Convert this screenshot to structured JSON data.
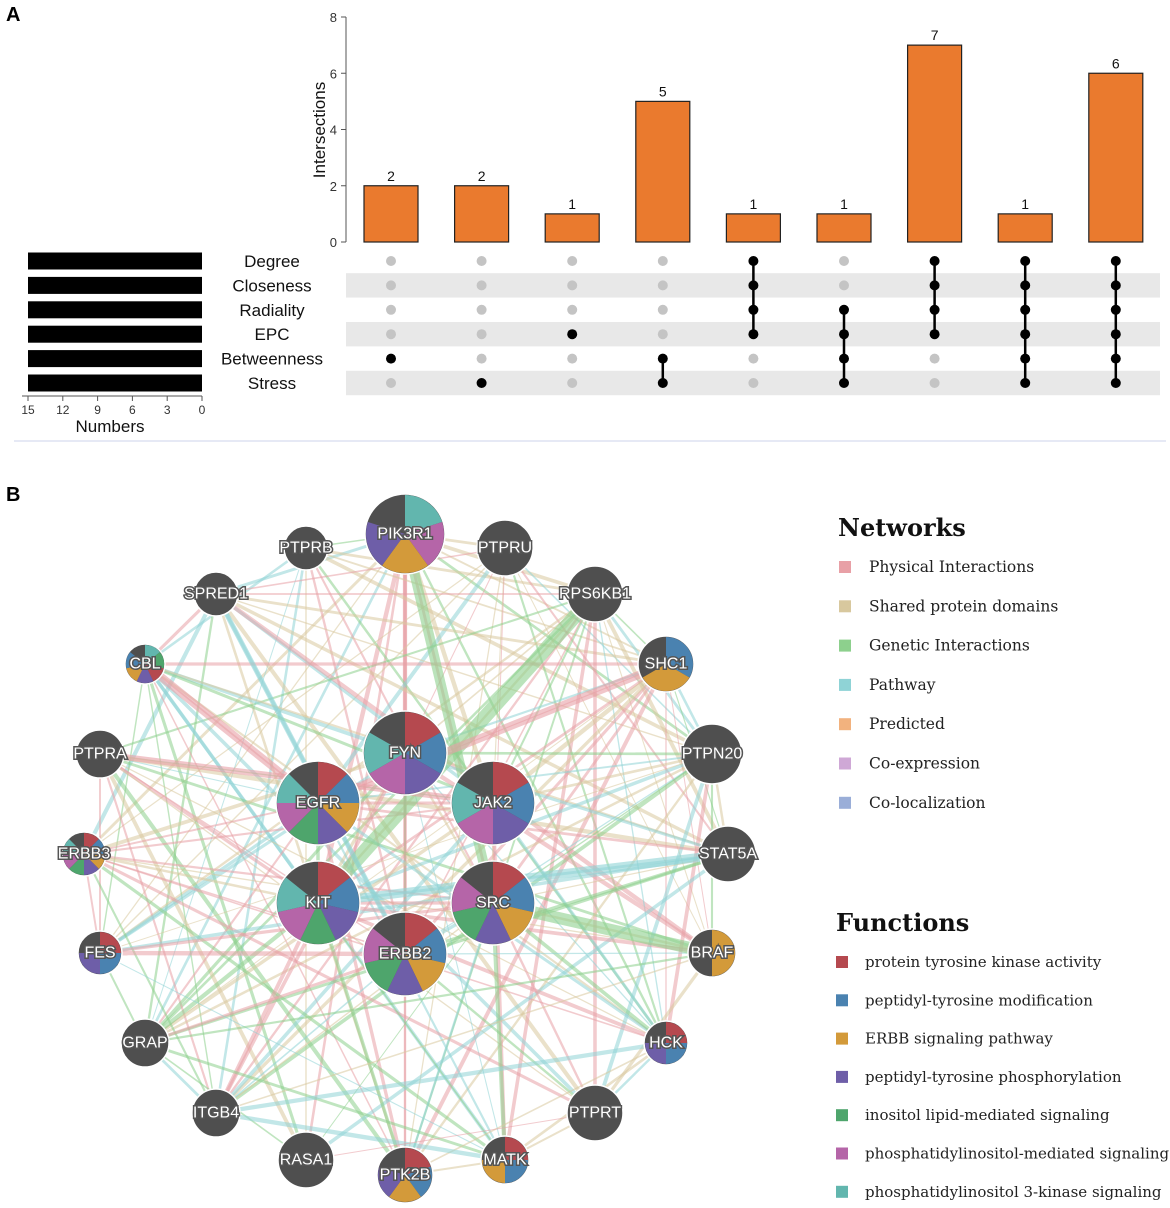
{
  "panels": {
    "a": "A",
    "b": "B"
  },
  "chart_data": [
    {
      "type": "bar",
      "chart": "upset",
      "ylabel": "Intersections",
      "ylim": [
        0,
        8
      ],
      "yticks": [
        0,
        2,
        4,
        6,
        8
      ],
      "values": [
        2,
        2,
        1,
        5,
        1,
        1,
        7,
        1,
        6
      ],
      "bar_color": "#ea7a2e",
      "sets": [
        "Degree",
        "Closeness",
        "Radiality",
        "EPC",
        "Betweenness",
        "Stress"
      ],
      "set_sizes_label": "Numbers",
      "set_size_ticks": [
        15,
        12,
        9,
        6,
        3,
        0
      ],
      "set_sizes": [
        15,
        15,
        15,
        15,
        15,
        15
      ],
      "set_size_xlim": [
        0,
        15
      ],
      "membership": [
        [
          "Betweenness"
        ],
        [
          "Stress"
        ],
        [
          "EPC"
        ],
        [
          "Betweenness",
          "Stress"
        ],
        [
          "Degree",
          "Closeness",
          "Radiality",
          "EPC"
        ],
        [
          "Radiality",
          "EPC",
          "Betweenness",
          "Stress"
        ],
        [
          "Degree",
          "Closeness",
          "Radiality",
          "EPC"
        ],
        [
          "Degree",
          "Closeness",
          "Radiality",
          "EPC",
          "Betweenness",
          "Stress"
        ],
        [
          "Degree",
          "Closeness",
          "Radiality",
          "EPC",
          "Betweenness",
          "Stress"
        ]
      ]
    }
  ],
  "network": {
    "legend_networks_title": "Networks",
    "networks": [
      {
        "label": "Physical Interactions",
        "color": "#e8a0a6"
      },
      {
        "label": "Shared protein domains",
        "color": "#d8c89e"
      },
      {
        "label": "Genetic Interactions",
        "color": "#8dd08d"
      },
      {
        "label": "Pathway",
        "color": "#8fd3d6"
      },
      {
        "label": "Predicted",
        "color": "#f2b27e"
      },
      {
        "label": "Co-expression",
        "color": "#cfa8d6"
      },
      {
        "label": "Co-localization",
        "color": "#9aaed8"
      }
    ],
    "legend_functions_title": "Functions",
    "functions": [
      {
        "label": "protein tyrosine kinase activity",
        "color": "#b5494f"
      },
      {
        "label": "peptidyl-tyrosine modification",
        "color": "#4a82b0"
      },
      {
        "label": "ERBB signaling pathway",
        "color": "#d39a3a"
      },
      {
        "label": "peptidyl-tyrosine phosphorylation",
        "color": "#6e5ea8"
      },
      {
        "label": "inositol lipid-mediated signaling",
        "color": "#4ea56c"
      },
      {
        "label": "phosphatidylinositol-mediated signaling",
        "color": "#b565a8"
      },
      {
        "label": "phosphatidylinositol 3-kinase signaling",
        "color": "#62b6ae"
      }
    ],
    "node_color": "#4f4f4f",
    "nodes": [
      {
        "label": "PIK3R1",
        "slices": [
          6,
          5,
          2,
          3
        ]
      },
      {
        "label": "PTPRB",
        "slices": []
      },
      {
        "label": "PTPRU",
        "slices": []
      },
      {
        "label": "SPRED1",
        "slices": []
      },
      {
        "label": "RPS6KB1",
        "slices": []
      },
      {
        "label": "CBL",
        "slices": [
          6,
          4,
          0,
          3,
          2,
          1
        ]
      },
      {
        "label": "SHC1",
        "slices": [
          1,
          2
        ]
      },
      {
        "label": "PTPRA",
        "slices": []
      },
      {
        "label": "PTPN20",
        "slices": []
      },
      {
        "label": "FYN",
        "slices": [
          0,
          1,
          3,
          5,
          6
        ]
      },
      {
        "label": "EGFR",
        "slices": [
          0,
          1,
          2,
          3,
          4,
          5,
          6
        ]
      },
      {
        "label": "JAK2",
        "slices": [
          0,
          1,
          3,
          5,
          6
        ]
      },
      {
        "label": "ERBB3",
        "slices": [
          0,
          1,
          2,
          3,
          4,
          5,
          6
        ]
      },
      {
        "label": "STAT5A",
        "slices": []
      },
      {
        "label": "KIT",
        "slices": [
          0,
          1,
          3,
          4,
          5,
          6
        ]
      },
      {
        "label": "SRC",
        "slices": [
          0,
          1,
          2,
          3,
          4,
          5
        ]
      },
      {
        "label": "ERBB2",
        "slices": [
          0,
          1,
          2,
          3,
          4,
          5
        ]
      },
      {
        "label": "FES",
        "slices": [
          0,
          1,
          3
        ]
      },
      {
        "label": "BRAF",
        "slices": [
          2
        ]
      },
      {
        "label": "GRAP",
        "slices": []
      },
      {
        "label": "HCK",
        "slices": [
          0,
          1,
          3
        ]
      },
      {
        "label": "ITGB4",
        "slices": []
      },
      {
        "label": "PTPRT",
        "slices": []
      },
      {
        "label": "RASA1",
        "slices": []
      },
      {
        "label": "PTK2B",
        "slices": [
          0,
          1,
          2,
          3
        ]
      },
      {
        "label": "MATK",
        "slices": [
          0,
          1,
          2
        ]
      }
    ]
  }
}
